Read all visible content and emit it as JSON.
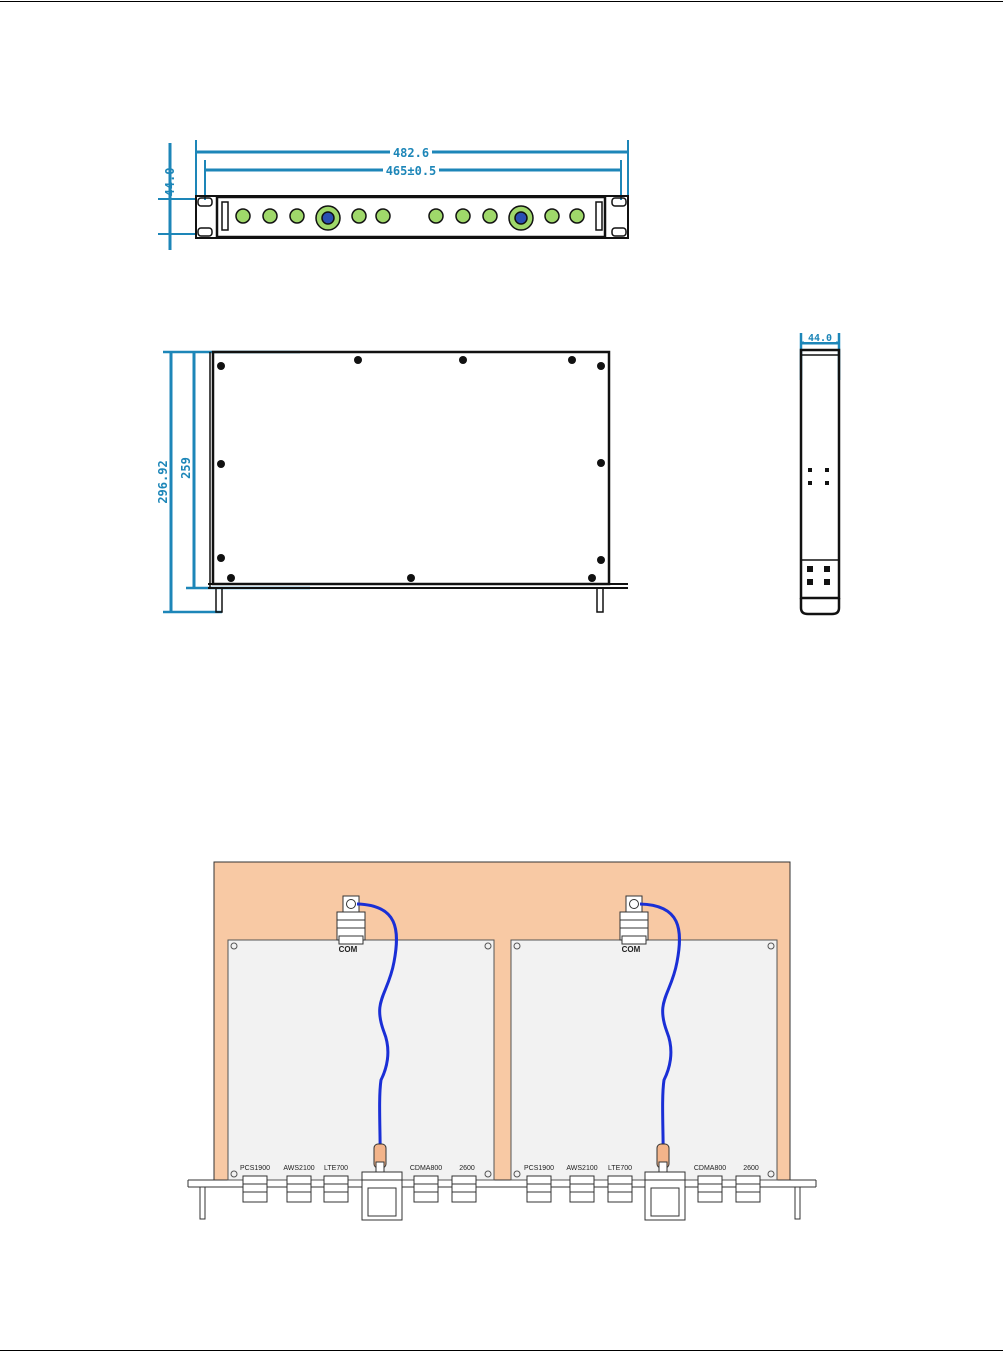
{
  "colors": {
    "dimension": "#1d86b8",
    "chassis_fill": "#f8c9a4",
    "module_fill": "#f2f2f2",
    "cable": "#1a2fd6",
    "outline": "#111111"
  },
  "front_view": {
    "dims": {
      "overall": "482.6",
      "inner": "465±0.5",
      "height": "44.0"
    }
  },
  "top_view": {
    "dims": {
      "overall": "296.92",
      "inner": "259"
    }
  },
  "side_view": {
    "dims": {
      "width": "44.0"
    }
  },
  "layout_diagram": {
    "modules": [
      {
        "com_label": "COM",
        "ports": [
          "PCS1900",
          "AWS2100",
          "LTE700",
          "CDMA800",
          "2600"
        ]
      },
      {
        "com_label": "COM",
        "ports": [
          "PCS1900",
          "AWS2100",
          "LTE700",
          "CDMA800",
          "2600"
        ]
      }
    ]
  }
}
